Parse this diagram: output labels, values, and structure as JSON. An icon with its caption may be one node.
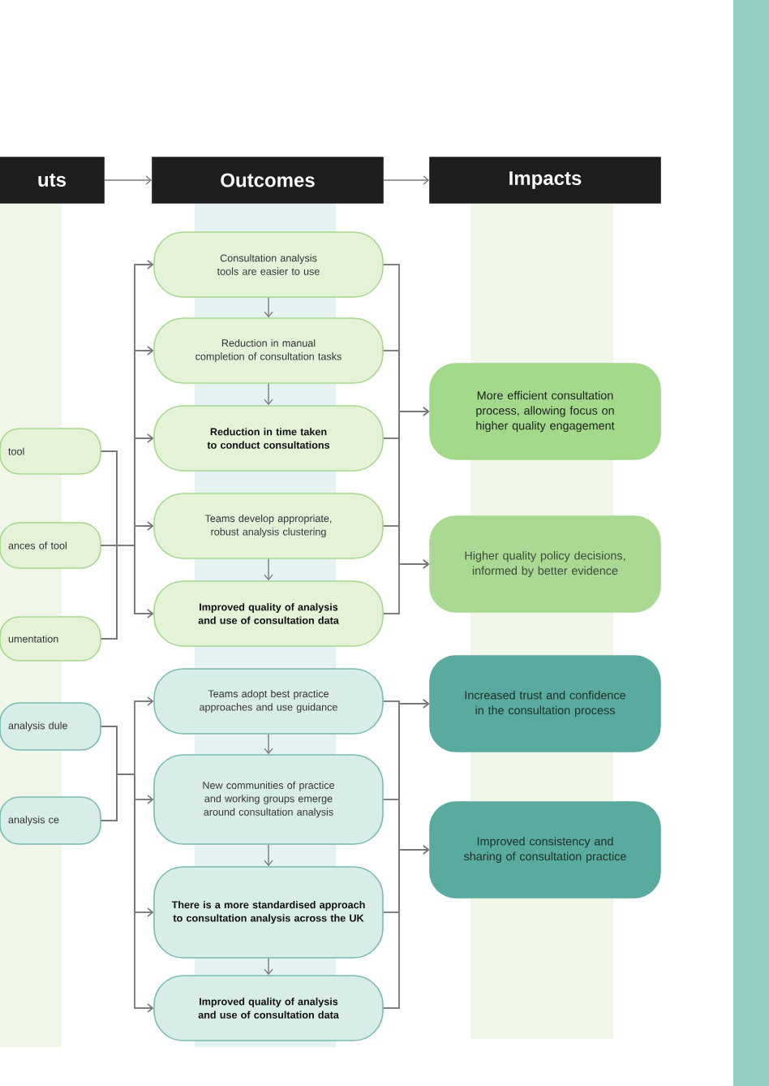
{
  "diagram": {
    "nodes": [
      {
        "text": [
          "uts"
        ]
      },
      {
        "text": [
          "Outcomes"
        ]
      },
      {
        "text": [
          "Impacts"
        ]
      },
      {
        "text": [
          "tool"
        ]
      },
      {
        "text": [
          "ances of tool"
        ]
      },
      {
        "text": [
          "umentation"
        ]
      },
      {
        "text": [
          "analysis dule"
        ]
      },
      {
        "text": [
          "analysis ce"
        ]
      },
      {
        "text": [
          "Consultation analysis tools are easier to use"
        ]
      },
      {
        "text": [
          "Reduction in manual completion of consultation tasks"
        ]
      },
      {
        "text": [
          "Reduction in time taken to conduct consultations"
        ]
      },
      {
        "text": [
          "Teams develop appropriate, robust analysis clustering"
        ]
      },
      {
        "text": [
          "Improved quality of analysis and use of consultation data"
        ]
      },
      {
        "text": [
          "Teams adopt best practice approaches and use guidance"
        ]
      },
      {
        "text": [
          "New communities of practice and working groups emerge around consultation analysis"
        ]
      },
      {
        "text": [
          "There is a more standardised approach to consultation analysis across the UK"
        ]
      },
      {
        "text": [
          "Improved quality of analysis and use of consultation data"
        ]
      },
      {
        "text": [
          "More efficient consultation process, allowing focus on higher quality engagement"
        ]
      },
      {
        "text": [
          "Higher quality policy decisions, informed by better evidence"
        ]
      },
      {
        "text": [
          "Increased trust and confidence in the consultation process"
        ]
      },
      {
        "text": [
          "Improved consistency and sharing of consultation practice"
        ]
      }
    ],
    "edges": [
      {
        "from": 0,
        "to": 1,
        "arrow": "to"
      },
      {
        "from": 1,
        "to": 2,
        "arrow": "to"
      },
      {
        "from": 3,
        "to": 8,
        "arrow": "to"
      },
      {
        "from": 3,
        "to": 9,
        "arrow": "to"
      },
      {
        "from": 3,
        "to": 10,
        "arrow": "to"
      },
      {
        "from": 3,
        "to": 11,
        "arrow": "to"
      },
      {
        "from": 3,
        "to": 12,
        "arrow": "to"
      },
      {
        "from": 4,
        "to": 8,
        "arrow": "to"
      },
      {
        "from": 4,
        "to": 9,
        "arrow": "to"
      },
      {
        "from": 4,
        "to": 10,
        "arrow": "to"
      },
      {
        "from": 4,
        "to": 11,
        "arrow": "to"
      },
      {
        "from": 4,
        "to": 12,
        "arrow": "to"
      },
      {
        "from": 5,
        "to": 8,
        "arrow": "to"
      },
      {
        "from": 5,
        "to": 9,
        "arrow": "to"
      },
      {
        "from": 5,
        "to": 10,
        "arrow": "to"
      },
      {
        "from": 5,
        "to": 11,
        "arrow": "to"
      },
      {
        "from": 5,
        "to": 12,
        "arrow": "to"
      },
      {
        "from": 6,
        "to": 13,
        "arrow": "to"
      },
      {
        "from": 6,
        "to": 14,
        "arrow": "to"
      },
      {
        "from": 6,
        "to": 15,
        "arrow": "to"
      },
      {
        "from": 6,
        "to": 16,
        "arrow": "to"
      },
      {
        "from": 7,
        "to": 13,
        "arrow": "to"
      },
      {
        "from": 7,
        "to": 14,
        "arrow": "to"
      },
      {
        "from": 7,
        "to": 15,
        "arrow": "to"
      },
      {
        "from": 7,
        "to": 16,
        "arrow": "to"
      },
      {
        "from": 8,
        "to": 9,
        "arrow": "to"
      },
      {
        "from": 9,
        "to": 10,
        "arrow": "to"
      },
      {
        "from": 11,
        "to": 12,
        "arrow": "to"
      },
      {
        "from": 13,
        "to": 14,
        "arrow": "to"
      },
      {
        "from": 14,
        "to": 15,
        "arrow": "to"
      },
      {
        "from": 15,
        "to": 16,
        "arrow": "to"
      },
      {
        "from": 8,
        "to": 17,
        "arrow": "to"
      },
      {
        "from": 9,
        "to": 17,
        "arrow": "to"
      },
      {
        "from": 10,
        "to": 17,
        "arrow": "to"
      },
      {
        "from": 11,
        "to": 17,
        "arrow": "to"
      },
      {
        "from": 12,
        "to": 17,
        "arrow": "to"
      },
      {
        "from": 8,
        "to": 18,
        "arrow": "to"
      },
      {
        "from": 9,
        "to": 18,
        "arrow": "to"
      },
      {
        "from": 10,
        "to": 18,
        "arrow": "to"
      },
      {
        "from": 11,
        "to": 18,
        "arrow": "to"
      },
      {
        "from": 12,
        "to": 18,
        "arrow": "to"
      },
      {
        "from": 13,
        "to": 19,
        "arrow": "to"
      },
      {
        "from": 14,
        "to": 19,
        "arrow": "to"
      },
      {
        "from": 15,
        "to": 19,
        "arrow": "to"
      },
      {
        "from": 16,
        "to": 19,
        "arrow": "to"
      },
      {
        "from": 13,
        "to": 20,
        "arrow": "to"
      },
      {
        "from": 14,
        "to": 20,
        "arrow": "to"
      },
      {
        "from": 15,
        "to": 20,
        "arrow": "to"
      },
      {
        "from": 16,
        "to": 20,
        "arrow": "to"
      }
    ]
  }
}
